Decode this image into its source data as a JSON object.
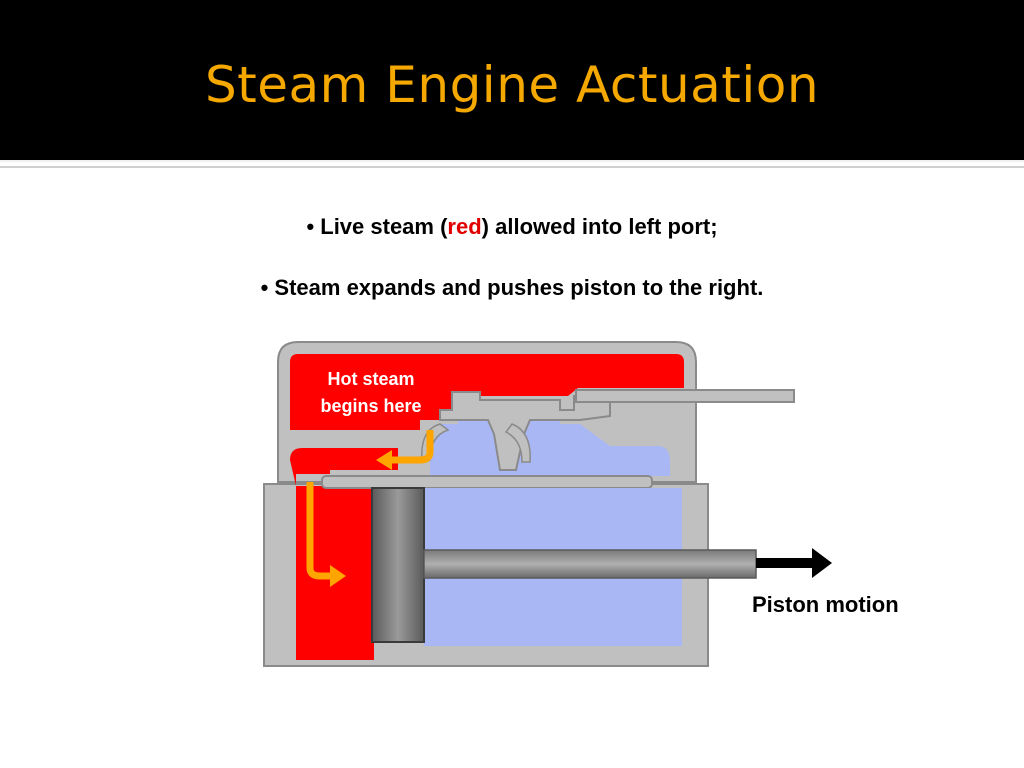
{
  "slide": {
    "title": "Steam Engine Actuation",
    "bullets": [
      {
        "prefix": "• Live steam (",
        "highlight": "red",
        "suffix": ") allowed into left port;"
      },
      {
        "text": "• Steam expands and pushes piston to the right."
      }
    ]
  },
  "diagram": {
    "steam_label_line1": "Hot steam",
    "steam_label_line2": "begins here",
    "motion_label": "Piston motion"
  },
  "colors": {
    "title": "#f5a800",
    "hot_steam": "#ff0000",
    "cylinder_space": "#a9b8f5",
    "casing": "#c0c0c0",
    "flow_arrow": "#ffa500"
  }
}
